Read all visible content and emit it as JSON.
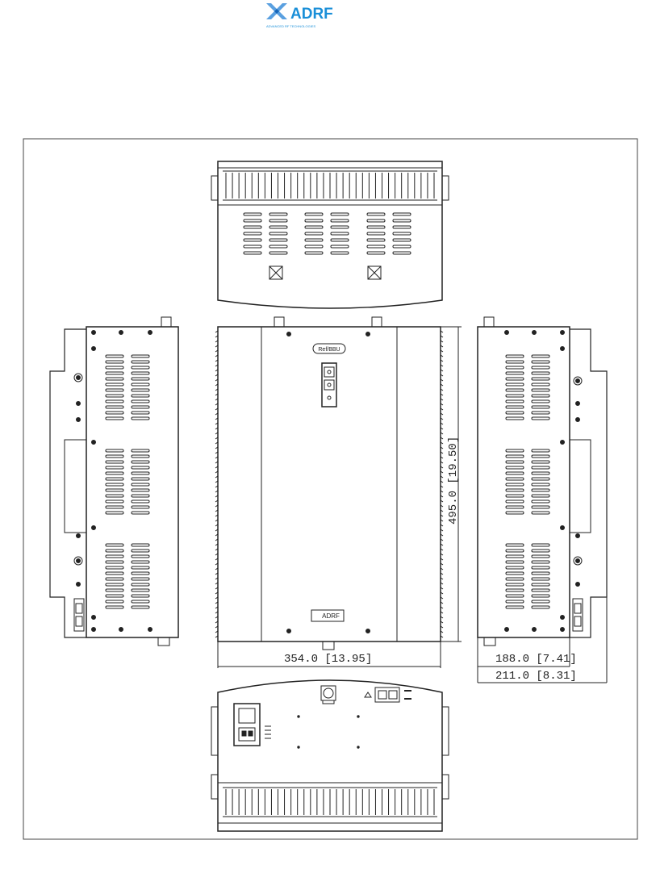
{
  "logo": {
    "name": "ADRF",
    "tagline": "ADVANCED RF TECHNOLOGIES",
    "color": "#1a8fd8"
  },
  "drawing": {
    "front_badge": "Ref/BBU",
    "front_logo": "ADRF",
    "dimensions": {
      "height": "495.0 [19.50]",
      "width": "354.0 [13.95]",
      "depth_body": "188.0 [7.41]",
      "depth_total": "211.0 [8.31]"
    }
  },
  "accent_line_color": "#e07070"
}
